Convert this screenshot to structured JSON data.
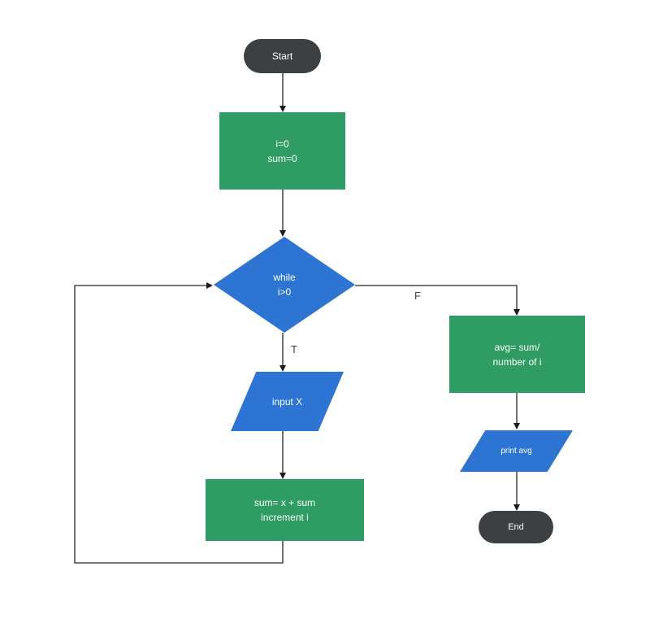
{
  "theme": {
    "green": "#2f9d63",
    "blue": "#2e74d2",
    "dark": "#3d4043",
    "line": "#4c4c4c",
    "arrow": "#1c1c1c",
    "bg": "#ffffff",
    "label": "#464646"
  },
  "nodes": {
    "start": {
      "label": "Start",
      "type": "terminator"
    },
    "init": {
      "label": "i=0\nsum=0",
      "type": "process"
    },
    "decision": {
      "label": "while\ni>0",
      "type": "decision"
    },
    "input": {
      "label": "input X",
      "type": "io"
    },
    "sum": {
      "label": "sum= x + sum\nincrement i",
      "type": "process"
    },
    "avg": {
      "label": "avg= sum/\nnumber of i",
      "type": "process"
    },
    "print": {
      "label": "print avg",
      "type": "io"
    },
    "end": {
      "label": "End",
      "type": "terminator"
    }
  },
  "edge_labels": {
    "true_branch": "T",
    "false_branch": "F"
  }
}
